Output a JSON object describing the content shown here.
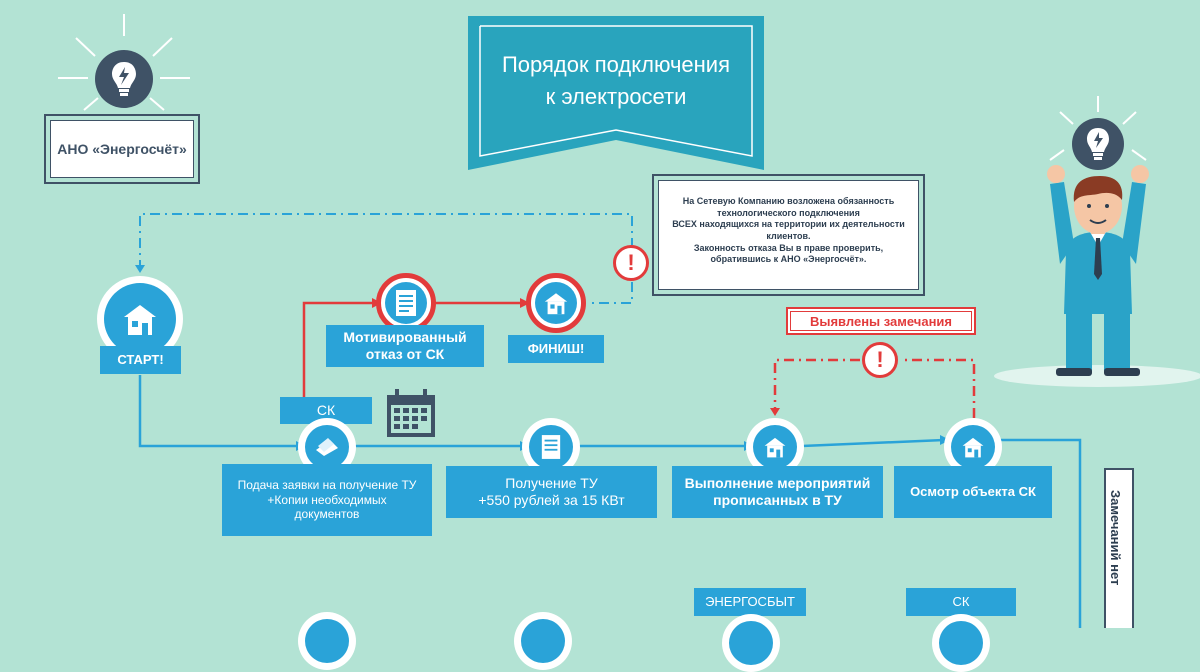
{
  "title": {
    "line1": "Порядок подключения",
    "line2": "к электросети"
  },
  "logo": {
    "label": "АНО «Энергосчёт»"
  },
  "info_box": {
    "lines": [
      "На Сетевую Компанию возложена обязанность",
      "технологического подключения",
      "ВСЕХ находящихся на территории их деятельности",
      "клиентов.",
      "Законность отказа Вы в праве проверить,",
      "обратившись к АНО «Энергосчёт»."
    ]
  },
  "steps": {
    "start": "СТАРТ!",
    "refusal": "Мотивированный\nотказ от СК",
    "finish": "ФИНИШ!",
    "sk_tag": "СК",
    "application": "Подача заявки на получение ТУ\n+Копии необходимых\nдокументов",
    "receive_tu": "Получение ТУ\n+550 рублей за 15 КВт",
    "execute": "Выполнение мероприятий\nпрописанных в ТУ",
    "inspection": "Осмотр объекта СК",
    "remarks_found": "Выявлены замечания",
    "no_remarks": "Замечаний нет",
    "energosbyt": "ЭНЕРГОСБЫТ",
    "sk_bottom": "СК"
  },
  "colors": {
    "background": "#b3e3d4",
    "accent": "#2aa3d8",
    "alert": "#e23b3b",
    "banner": "#29a4bd"
  }
}
